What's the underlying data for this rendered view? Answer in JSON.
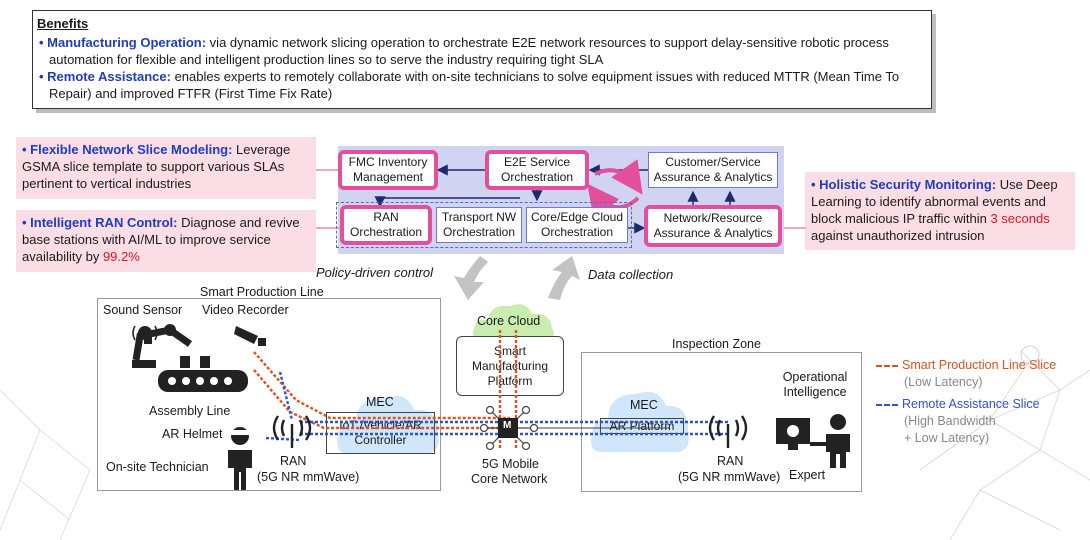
{
  "benefits": {
    "title": "Benefits",
    "items": [
      {
        "head": "Manufacturing Operation:",
        "text": " via dynamic network slicing operation to orchestrate E2E network resources to support delay-sensitive robotic process automation for flexible and intelligent production lines so to serve the industry requiring tight SLA"
      },
      {
        "head": "Remote Assistance:",
        "text": " enables experts to remotely collaborate with on-site technicians to solve equipment issues with reduced MTTR (Mean Time To Repair) and improved FTFR (First Time Fix Rate)"
      }
    ]
  },
  "notes": {
    "slice_modeling": {
      "head": "Flexible Network Slice Modeling:",
      "text": " Leverage GSMA slice template to support various SLAs pertinent to vertical industries"
    },
    "ran_control": {
      "head": "Intelligent RAN Control:",
      "text": " Diagnose and revive base stations with AI/ML to improve service availability by ",
      "highlight": "99.2%"
    },
    "security": {
      "head": "Holistic Security Monitoring:",
      "text": " Use Deep Learning to identify abnormal events and block malicious IP traffic within ",
      "highlight": "3 seconds",
      "tail": " against unauthorized intrusion"
    }
  },
  "orchestration": {
    "fmc": "FMC Inventory Management",
    "e2e": "E2E Service Orchestration",
    "customer": "Customer/Service Assurance & Analytics",
    "ran": "RAN Orchestration",
    "transport": "Transport NW Orchestration",
    "core_edge": "Core/Edge Cloud Orchestration",
    "network": "Network/Resource Assurance & Analytics"
  },
  "flows": {
    "policy": "Policy-driven control",
    "data": "Data collection"
  },
  "production": {
    "zone_title": "Smart Production Line",
    "sound_sensor": "Sound Sensor",
    "video_recorder": "Video Recorder",
    "assembly_line": "Assembly Line",
    "ar_helmet": "AR Helmet",
    "technician": "On-site Technician",
    "ran": "RAN",
    "ran_sub": "(5G NR mmWave)",
    "mec": "MEC",
    "mec_app": "IoT /Vehicle/AR Controller"
  },
  "core": {
    "cloud": "Core Cloud",
    "platform": "Smart Manufacturing Platform",
    "network": "5G Mobile",
    "network_sub": "Core Network",
    "m_label": "M"
  },
  "inspection": {
    "zone_title": "Inspection Zone",
    "mec": "MEC",
    "mec_app": "AR Platform",
    "ran": "RAN",
    "ran_sub": "(5G NR mmWave)",
    "op_intel": "Operational Intelligence",
    "expert": "Expert"
  },
  "legend": {
    "smart_slice": "Smart Production Line Slice",
    "smart_sub": "(Low Latency)",
    "remote_slice": "Remote Assistance Slice",
    "remote_sub1": "(High Bandwidth",
    "remote_sub2": "+ Low Latency)"
  },
  "colors": {
    "slice_orange": "#d9541e",
    "slice_blue": "#3152c8",
    "pink": "#e34f9a",
    "note_bg": "#fbdde5",
    "panel_bg": "#d0d4f2"
  }
}
